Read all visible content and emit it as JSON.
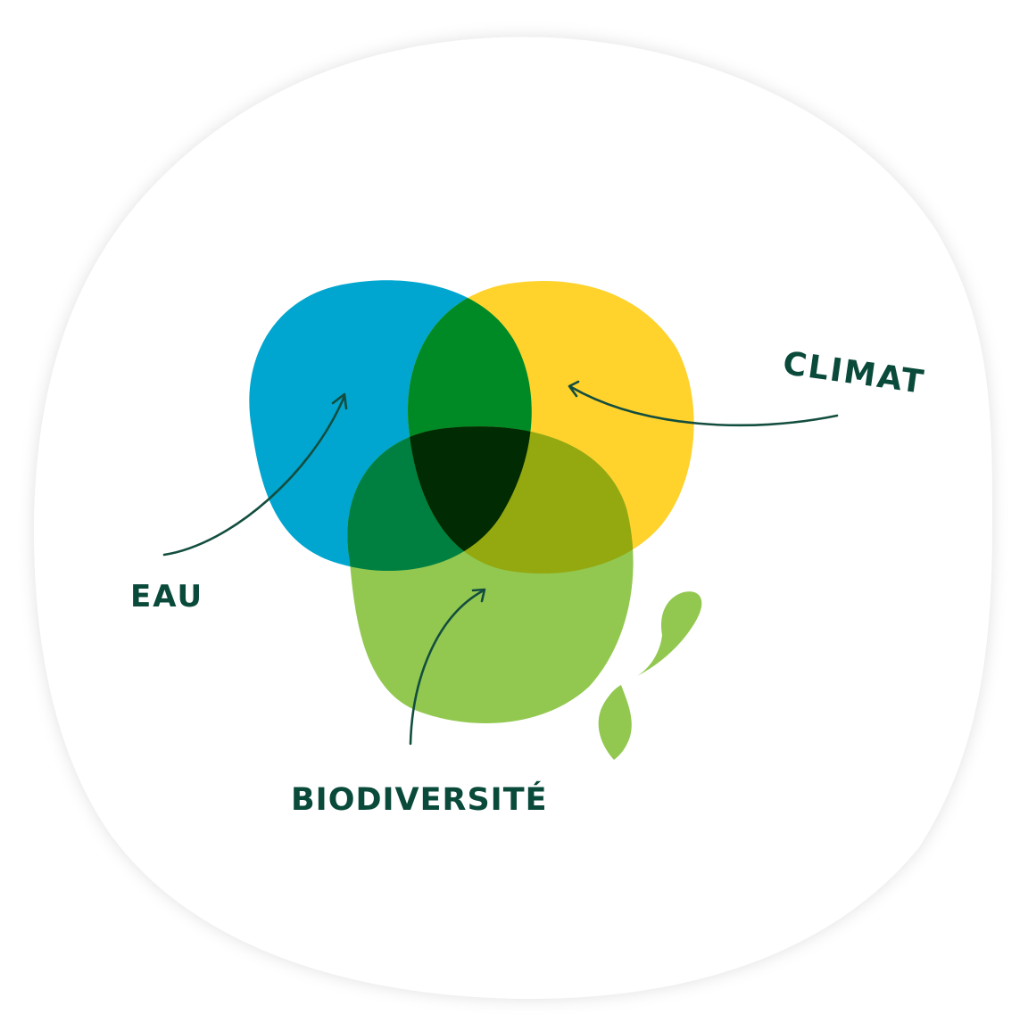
{
  "labels": {
    "eau": "EAU",
    "climat": "CLIMAT",
    "biodiversite": "BIODIVERSITÉ"
  },
  "colors": {
    "background": "#ffffff",
    "backdrop": "#ffffff",
    "water": "#00a6cf",
    "climate": "#ffd22c",
    "biodiversity": "#92c850",
    "water_climate": "#008a26",
    "water_biodiversity": "#008040",
    "climate_biodiversity": "#94a80f",
    "center": "#012b03",
    "text": "#0a4a3a",
    "arrow": "#134e3f",
    "leaves": "#92c850"
  }
}
